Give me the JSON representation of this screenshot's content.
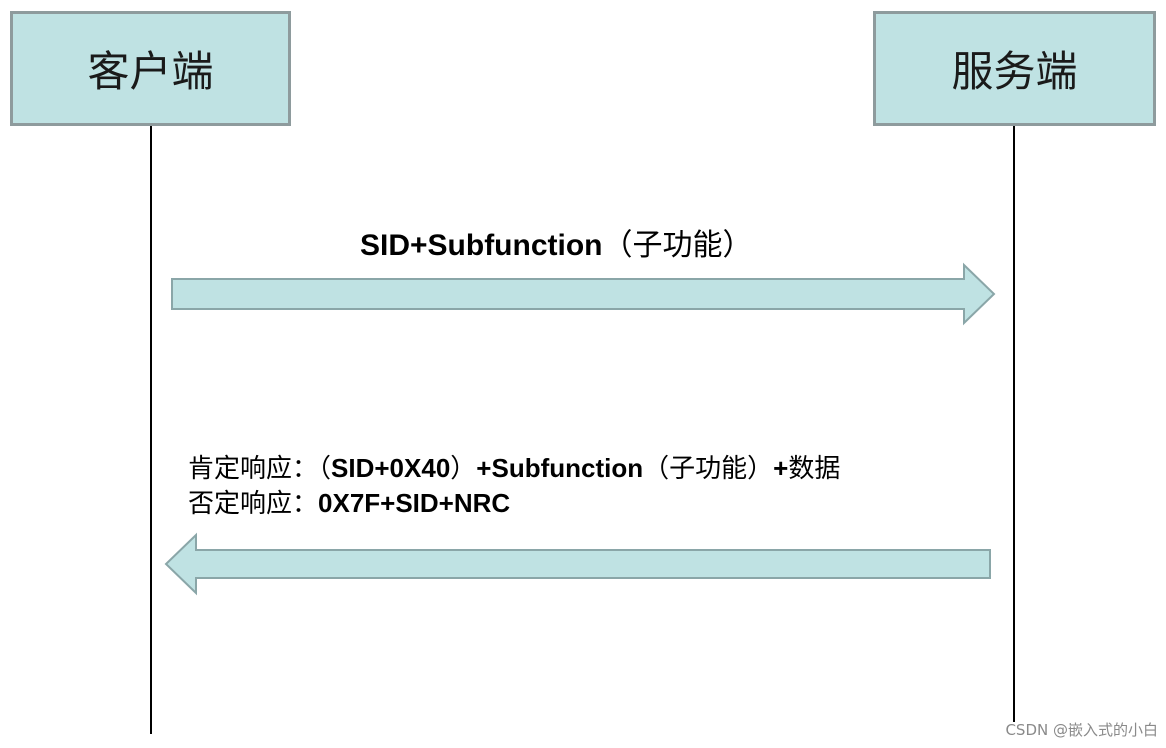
{
  "actors": {
    "client": "客户端",
    "server": "服务端"
  },
  "request": {
    "latin": "SID+Subfunction",
    "cjk": "（子功能）"
  },
  "response": {
    "positive": {
      "prefix": "肯定响应：",
      "open_paren": "（",
      "sid_part": "SID+0X40",
      "close_paren": "）",
      "subfunction": "+Subfunction",
      "sub_cjk": "（子功能）",
      "plus": "+",
      "data": "数据"
    },
    "negative": {
      "prefix": "否定响应：",
      "code": "0X7F+SID+NRC"
    }
  },
  "colors": {
    "box_fill": "#bfe2e3",
    "box_border": "#8e9b9d",
    "arrow_fill": "#bfe2e3",
    "arrow_stroke": "#8aa6a8",
    "lifeline": "#000000"
  },
  "watermark": "CSDN @嵌入式的小白"
}
